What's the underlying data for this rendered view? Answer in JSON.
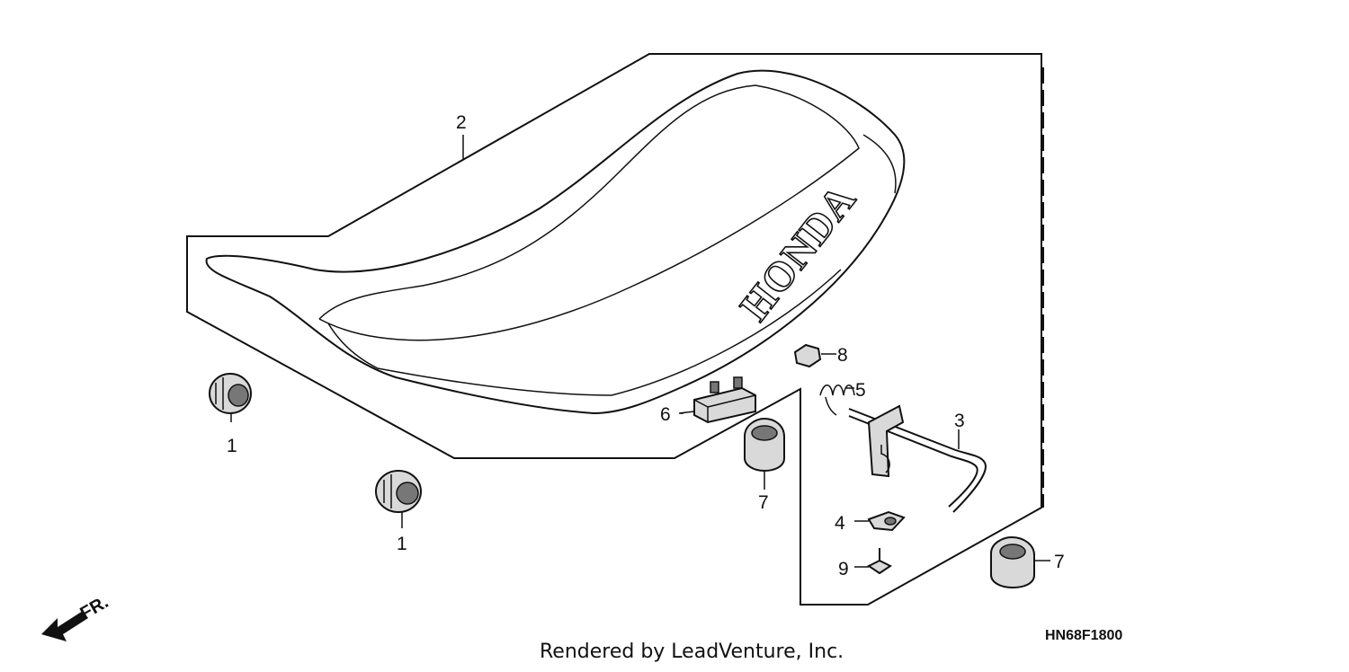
{
  "callouts": {
    "c1a": "1",
    "c1b": "1",
    "c2": "2",
    "c3": "3",
    "c4": "4",
    "c5": "5",
    "c6": "6",
    "c7a": "7",
    "c7b": "7",
    "c8": "8",
    "c9": "9"
  },
  "logo_text": "HONDA",
  "direction_label": "FR.",
  "diagram_code": "HN68F1800",
  "credit": "Rendered by LeadVenture, Inc."
}
